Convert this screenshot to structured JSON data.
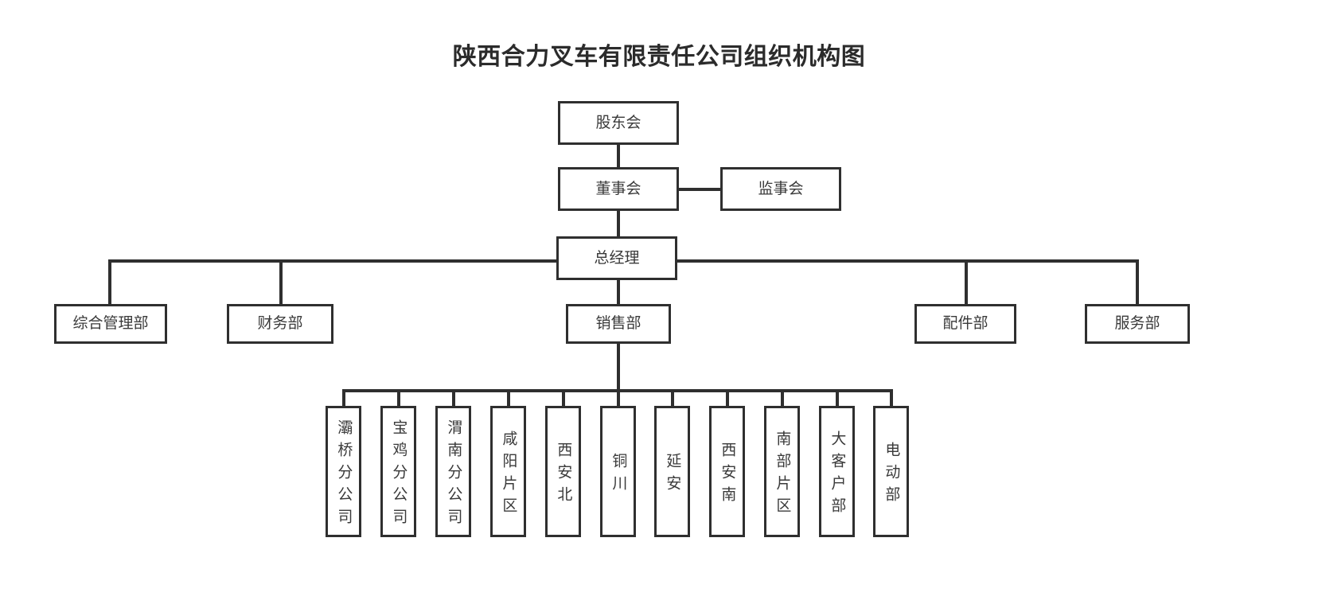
{
  "title": "陕西合力叉车有限责任公司组织机构图",
  "org": {
    "shareholders": {
      "label": "股东会"
    },
    "board": {
      "label": "董事会"
    },
    "supervisors": {
      "label": "监事会"
    },
    "general_manager": {
      "label": "总经理"
    },
    "departments": [
      {
        "label": "综合管理部"
      },
      {
        "label": "财务部"
      },
      {
        "label": "销售部"
      },
      {
        "label": "配件部"
      },
      {
        "label": "服务部"
      }
    ],
    "sales_branches": [
      {
        "label": "灞桥分公司"
      },
      {
        "label": "宝鸡分公司"
      },
      {
        "label": "渭南分公司"
      },
      {
        "label": "咸阳片区"
      },
      {
        "label": "西安北"
      },
      {
        "label": "铜川"
      },
      {
        "label": "延安"
      },
      {
        "label": "西安南"
      },
      {
        "label": "南部片区"
      },
      {
        "label": "大客户部"
      },
      {
        "label": "电动部"
      }
    ]
  },
  "colors": {
    "border": "#2f2f2f",
    "text": "#3a3a3a",
    "title": "#2b2b2b",
    "background": "#ffffff"
  }
}
